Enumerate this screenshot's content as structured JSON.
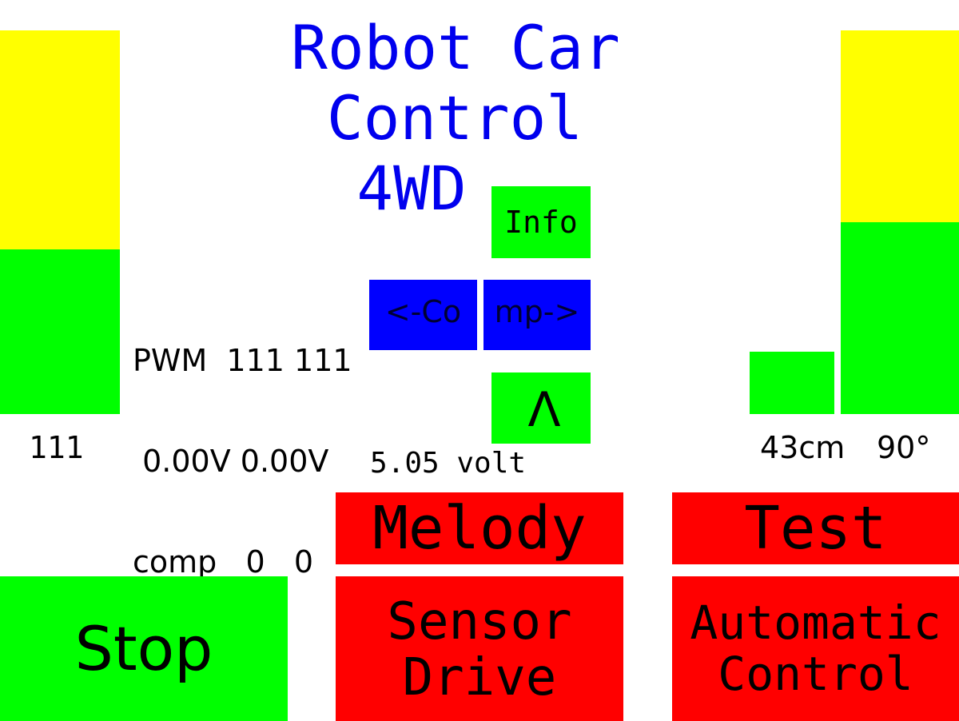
{
  "title": {
    "line1": "Robot Car",
    "line2": "Control",
    "line3": "4WD",
    "color": "#0000ee"
  },
  "left_bar": {
    "label": "111",
    "fill_color": "#00ff00",
    "empty_color": "#ffff00",
    "value": 111
  },
  "right_bar": {
    "fill_color": "#00ff00",
    "empty_color": "#ffff00"
  },
  "distance_bar": {
    "color": "#00ff00"
  },
  "sensor_labels": {
    "distance": "43cm",
    "angle": "90°"
  },
  "stats": {
    "pwm_row": "PWM  111 111",
    "volt_row": " 0.00V 0.00V",
    "comp_row": "comp   0   0"
  },
  "voltage": "5.05 volt",
  "buttons": {
    "info": {
      "label": "Info",
      "color": "#00ff00"
    },
    "comp_left": {
      "label": "<-Co",
      "color": "#0000ff"
    },
    "comp_right": {
      "label": "mp->",
      "color": "#0000ff"
    },
    "direction": {
      "label": "Λ",
      "color": "#00ff00"
    },
    "melody": {
      "label": "Melody",
      "color": "#ff0000"
    },
    "test": {
      "label": "Test",
      "color": "#ff0000"
    },
    "stop": {
      "label": "Stop",
      "color": "#00ff00"
    },
    "sensor_drive": {
      "line1": "Sensor",
      "line2": "Drive",
      "color": "#ff0000"
    },
    "automatic_control": {
      "line1": "Automatic",
      "line2": "Control",
      "color": "#ff0000"
    }
  }
}
